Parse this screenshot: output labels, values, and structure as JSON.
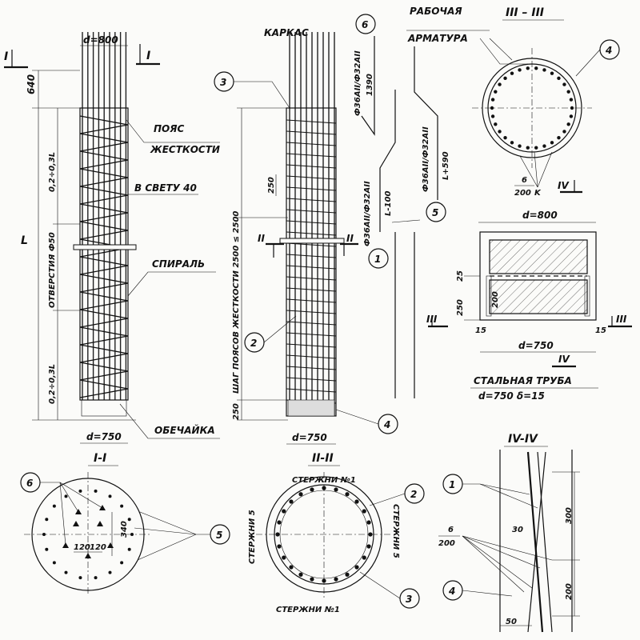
{
  "pile": {
    "d_top": "d=800",
    "d_bottom": "d=750",
    "section_mark": "I",
    "dim_640": "640",
    "dim_L": "L",
    "dim_top_zone": "0,2÷0,3L",
    "dim_bottom_zone": "0,2÷0,3L",
    "holes": "ОТВЕРСТИЯ Ф50",
    "stiff_ring_1": "ПОЯС",
    "stiff_ring_2": "ЖЕСТКОСТИ",
    "clear_gap": "В СВЕТУ 40",
    "spiral": "СПИРАЛЬ",
    "shell": "ОБЕЧАЙКА"
  },
  "cage": {
    "title": "КАРКАС",
    "mark_3": "3",
    "mark_2": "2",
    "mark_4": "4",
    "dim_250_top": "250",
    "dim_250_bottom": "250",
    "ring_pitch": "ШАГ ПОЯСОВ ЖЕСТКОСТИ 2500 ≤ 2500",
    "section_mark": "II",
    "d_bottom": "d=750"
  },
  "bars": [
    {
      "mark": "6",
      "spec": "Ф36АII/Ф32АII",
      "length": "1390"
    },
    {
      "mark": "1",
      "spec": "Ф36АII/Ф32АII",
      "length": "L-100"
    },
    {
      "mark": "5",
      "spec": "Ф36АII/Ф32АII",
      "length": "L+590"
    }
  ],
  "section_3": {
    "title": "III – III",
    "label_1": "РАБОЧАЯ",
    "label_2": "АРМАТУРА",
    "mark_4": "4",
    "weld_top": "6",
    "weld_bottom": "200",
    "weld_k": "K",
    "section_mark": "IV"
  },
  "tube_detail": {
    "d_top": "d=800",
    "dim_250": "250",
    "dim_25": "25",
    "dim_200": "200",
    "dim_15_left": "15",
    "dim_15_right": "15",
    "section_mark": "III",
    "section_mark_iv": "IV",
    "d_bottom": "d=750",
    "caption_1": "СТАЛЬНАЯ  ТРУБА",
    "caption_2": "d=750  δ=15"
  },
  "section_1": {
    "title": "I-I",
    "mark_6": "6",
    "mark_5": "5",
    "dim_120a": "120",
    "dim_120b": "120",
    "dim_340": "340"
  },
  "section_2": {
    "title": "II-II",
    "bars_top": "СТЕРЖНИ №1",
    "bars_bottom": "СТЕРЖНИ №1",
    "bars_left": "СТЕРЖНИ 5",
    "bars_right": "СТЕРЖНИ 5",
    "mark_2": "2",
    "mark_3": "3"
  },
  "section_4": {
    "title": "IV-IV",
    "mark_1": "1",
    "mark_4": "4",
    "dim_30": "30",
    "dim_300": "300",
    "dim_200": "200",
    "dim_50": "50",
    "weld_top": "6",
    "weld_bottom": "200"
  }
}
